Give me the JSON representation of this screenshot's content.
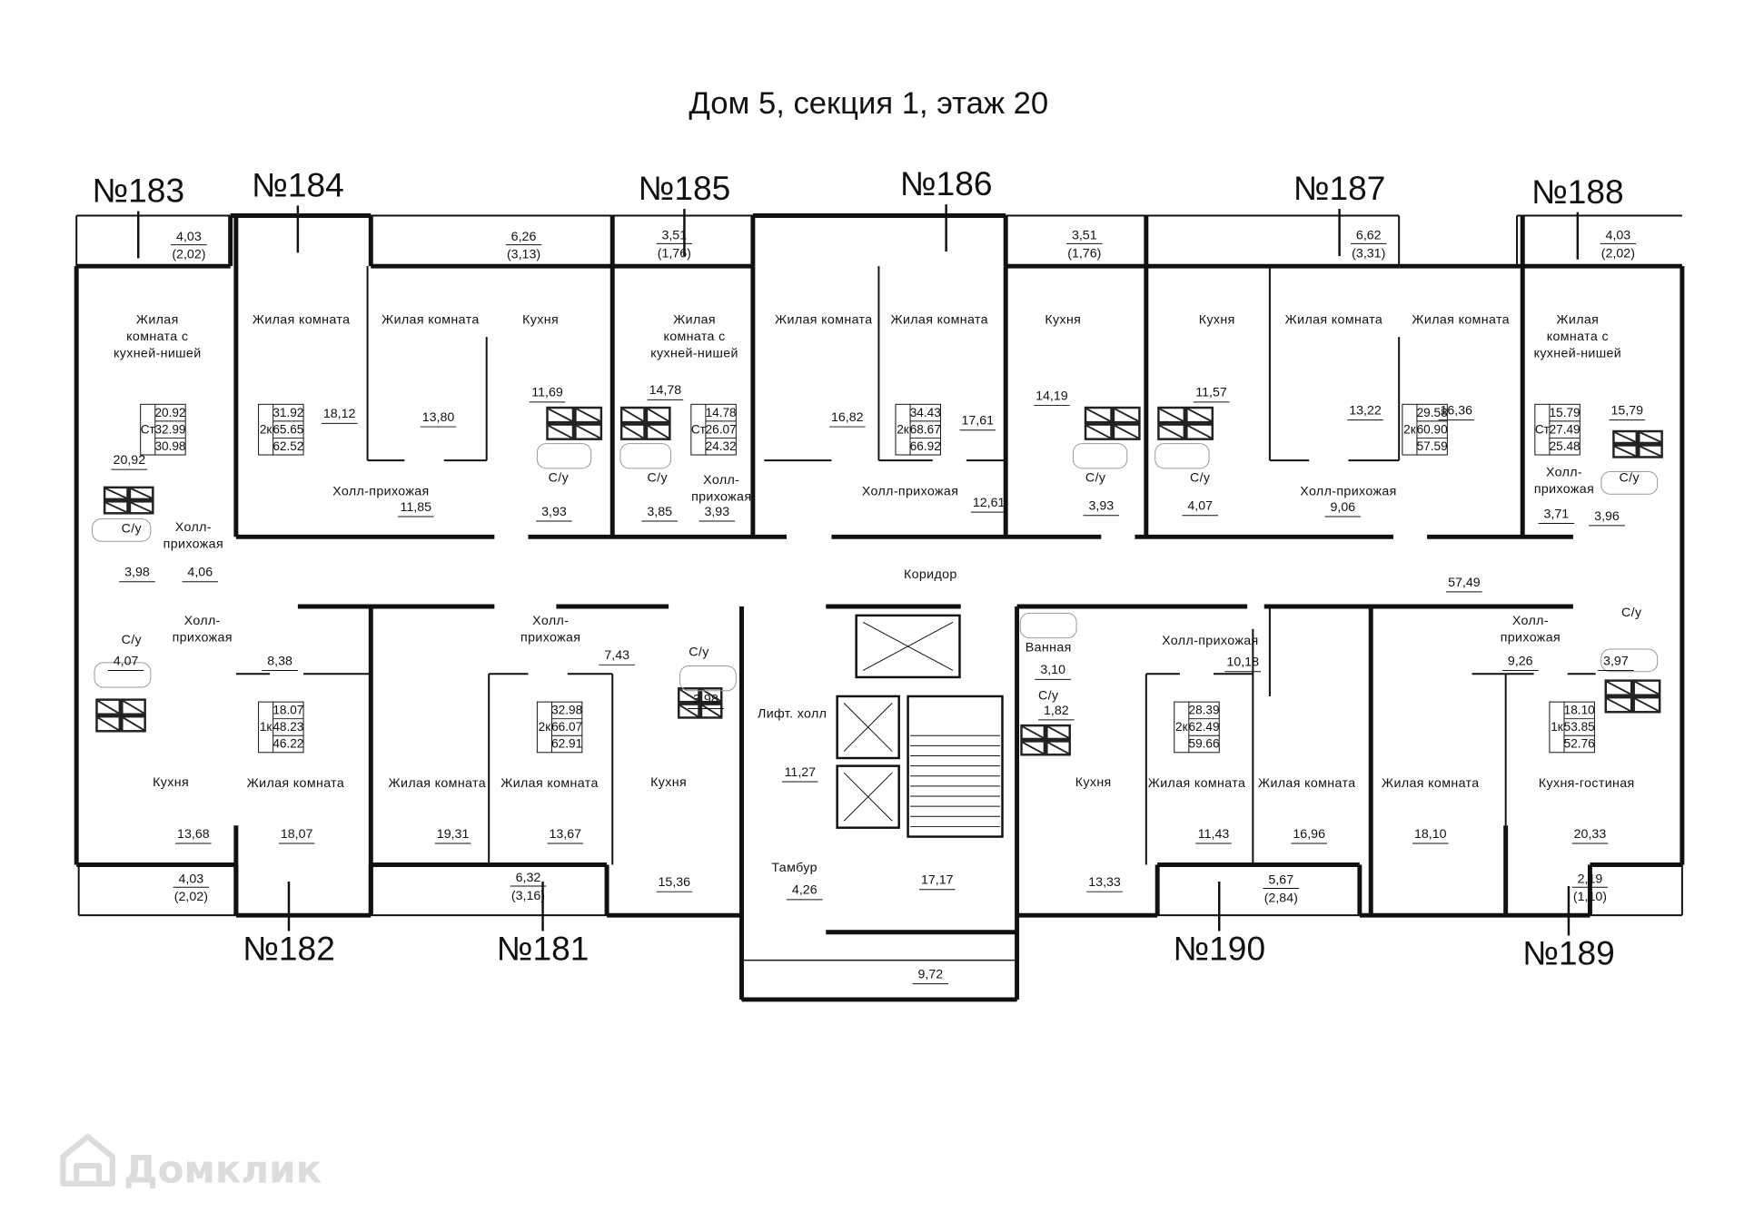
{
  "title": "Дом 5, секция 1, этаж 20",
  "watermark": "Домклик",
  "apartments": [
    {
      "number": "№183",
      "summary": {
        "type": "Ст",
        "living": "20.92",
        "total": "32.99",
        "reduced": "30.98"
      },
      "balcony": {
        "area": "4,03",
        "reduced": "(2,02)"
      },
      "rooms": [
        {
          "name_lines": [
            "Жилая",
            "комната с",
            "кухней-нишей"
          ],
          "area": "20,92"
        },
        {
          "name_lines": [
            "С/у"
          ],
          "area": "3,98"
        },
        {
          "name_lines": [
            "Холл-",
            "прихожая"
          ],
          "area": "4,06"
        }
      ]
    },
    {
      "number": "№184",
      "summary": {
        "type": "2к",
        "living": "31.92",
        "total": "65.65",
        "reduced": "62.52"
      },
      "balcony": {
        "area": "6,26",
        "reduced": "(3,13)"
      },
      "rooms": [
        {
          "name_lines": [
            "Жилая комната"
          ],
          "area": "18,12"
        },
        {
          "name_lines": [
            "Жилая комната"
          ],
          "area": "13,80"
        },
        {
          "name_lines": [
            "Холл-прихожая"
          ],
          "area": "11,85"
        },
        {
          "name_lines": [
            "Кухня"
          ],
          "area": "11,69"
        },
        {
          "name_lines": [
            "С/у"
          ],
          "area": "3,93"
        }
      ]
    },
    {
      "number": "№185",
      "summary": {
        "type": "Ст",
        "living": "14.78",
        "total": "26.07",
        "reduced": "24.32"
      },
      "balcony": {
        "area": "3,51",
        "reduced": "(1,76)"
      },
      "rooms": [
        {
          "name_lines": [
            "Жилая",
            "комната с",
            "кухней-нишей"
          ],
          "area": "14,78"
        },
        {
          "name_lines": [
            "С/у"
          ],
          "area": "3,85"
        },
        {
          "name_lines": [
            "Холл-",
            "прихожая"
          ],
          "area": "3,93"
        }
      ]
    },
    {
      "number": "№186",
      "summary": {
        "type": "2к",
        "living": "34.43",
        "total": "68.67",
        "reduced": "66.92"
      },
      "balcony": {
        "area": "3,51",
        "reduced": "(1,76)"
      },
      "rooms": [
        {
          "name_lines": [
            "Жилая комната"
          ],
          "area": "16,82"
        },
        {
          "name_lines": [
            "Жилая комната"
          ],
          "area": "17,61"
        },
        {
          "name_lines": [
            "Холл-прихожая"
          ],
          "area": "12,61"
        },
        {
          "name_lines": [
            "Кухня"
          ],
          "area": "14,19"
        },
        {
          "name_lines": [
            "С/у"
          ],
          "area": "3,93"
        }
      ]
    },
    {
      "number": "№187",
      "summary": {
        "type": "2к",
        "living": "29.58",
        "total": "60.90",
        "reduced": "57.59"
      },
      "balcony": {
        "area": "6,62",
        "reduced": "(3,31)"
      },
      "rooms": [
        {
          "name_lines": [
            "Кухня"
          ],
          "area": "11,57"
        },
        {
          "name_lines": [
            "С/у"
          ],
          "area": "4,07"
        },
        {
          "name_lines": [
            "Жилая комната"
          ],
          "area": "13,22"
        },
        {
          "name_lines": [
            "Жилая комната"
          ],
          "area": "16,36"
        },
        {
          "name_lines": [
            "Холл-прихожая"
          ],
          "area": "9,06"
        }
      ]
    },
    {
      "number": "№188",
      "summary": {
        "type": "Ст",
        "living": "15.79",
        "total": "27.49",
        "reduced": "25.48"
      },
      "balcony": {
        "area": "4,03",
        "reduced": "(2,02)"
      },
      "rooms": [
        {
          "name_lines": [
            "Жилая",
            "комната с",
            "кухней-нишей"
          ],
          "area": "15,79"
        },
        {
          "name_lines": [
            "Холл-",
            "прихожая"
          ],
          "area": "3,71"
        },
        {
          "name_lines": [
            "С/у"
          ],
          "area": "3,96"
        }
      ]
    },
    {
      "number": "№182",
      "summary": {
        "type": "1к",
        "living": "18.07",
        "total": "48.23",
        "reduced": "46.22"
      },
      "balcony": {
        "area": "4,03",
        "reduced": "(2,02)"
      },
      "rooms": [
        {
          "name_lines": [
            "С/у"
          ],
          "area": "4,07"
        },
        {
          "name_lines": [
            "Холл-",
            "прихожая"
          ],
          "area": "8,38"
        },
        {
          "name_lines": [
            "Кухня"
          ],
          "area": "13,68"
        },
        {
          "name_lines": [
            "Жилая комната"
          ],
          "area": "18,07"
        }
      ]
    },
    {
      "number": "№181",
      "summary": {
        "type": "2к",
        "living": "32.98",
        "total": "66.07",
        "reduced": "62.91"
      },
      "balcony": {
        "area": "6,32",
        "reduced": "(3,16)"
      },
      "rooms": [
        {
          "name_lines": [
            "Холл-",
            "прихожая"
          ],
          "area": "7,43"
        },
        {
          "name_lines": [
            "Жилая комната"
          ],
          "area": "19,31"
        },
        {
          "name_lines": [
            "Жилая комната"
          ],
          "area": "13,67"
        },
        {
          "name_lines": [
            "С/у"
          ],
          "area": "3,98"
        },
        {
          "name_lines": [
            "Кухня"
          ],
          "area": "15,36"
        }
      ]
    },
    {
      "number": "№190",
      "summary": {
        "type": "2к",
        "living": "28.39",
        "total": "62.49",
        "reduced": "59.66"
      },
      "balcony": {
        "area": "5,67",
        "reduced": "(2,84)"
      },
      "rooms": [
        {
          "name_lines": [
            "Ванная"
          ],
          "area": "3,10"
        },
        {
          "name_lines": [
            "С/у"
          ],
          "area": "1,82"
        },
        {
          "name_lines": [
            "Кухня"
          ],
          "area": "13,33"
        },
        {
          "name_lines": [
            "Холл-прихожая"
          ],
          "area": "10,18"
        },
        {
          "name_lines": [
            "Жилая комната"
          ],
          "area": "11,43"
        },
        {
          "name_lines": [
            "Жилая комната"
          ],
          "area": "16,96"
        }
      ]
    },
    {
      "number": "№189",
      "summary": {
        "type": "1к",
        "living": "18.10",
        "total": "53.85",
        "reduced": "52.76"
      },
      "balcony": {
        "area": "2,19",
        "reduced": "(1,10)"
      },
      "rooms": [
        {
          "name_lines": [
            "Жилая комната"
          ],
          "area": "18,10"
        },
        {
          "name_lines": [
            "Холл-",
            "прихожая"
          ],
          "area": "9,26"
        },
        {
          "name_lines": [
            "С/у"
          ],
          "area": "3,97"
        },
        {
          "name_lines": [
            "Кухня-гостиная"
          ],
          "area": "20,33"
        }
      ]
    }
  ],
  "common": [
    {
      "name_lines": [
        "Коридор"
      ],
      "area": "57,49"
    },
    {
      "name_lines": [
        "Лифт. холл"
      ],
      "area": "11,27"
    },
    {
      "name_lines": [
        "Тамбур"
      ],
      "area": "4,26"
    },
    {
      "name_lines": [],
      "area": "17,17"
    },
    {
      "name_lines": [],
      "area": "9,72"
    }
  ]
}
